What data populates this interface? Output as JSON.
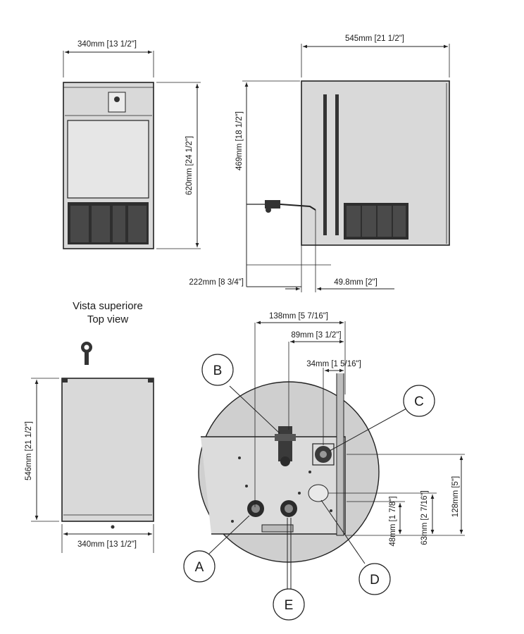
{
  "dimensions": {
    "front_width": "340mm [13 1/2\"]",
    "front_height": "620mm [24 1/2\"]",
    "side_depth": "545mm [21 1/2\"]",
    "side_height": "469mm [18 1/2\"]",
    "side_offset_left": "222mm [8 3/4\"]",
    "side_offset_right": "49.8mm [2\"]",
    "top_depth": "546mm [21 1/2\"]",
    "top_width": "340mm [13 1/2\"]",
    "detail_138": "138mm [5 7/16\"]",
    "detail_89": "89mm [3 1/2\"]",
    "detail_34": "34mm [1 5/16\"]",
    "detail_128": "128mm [5\"]",
    "detail_63": "63mm [2 7/16\"]",
    "detail_48": "48mm [1 7/8\"]"
  },
  "top_view_title": {
    "line1": "Vista superiore",
    "line2": "Top view"
  },
  "callouts": {
    "A": "A",
    "B": "B",
    "C": "C",
    "D": "D",
    "E": "E"
  }
}
